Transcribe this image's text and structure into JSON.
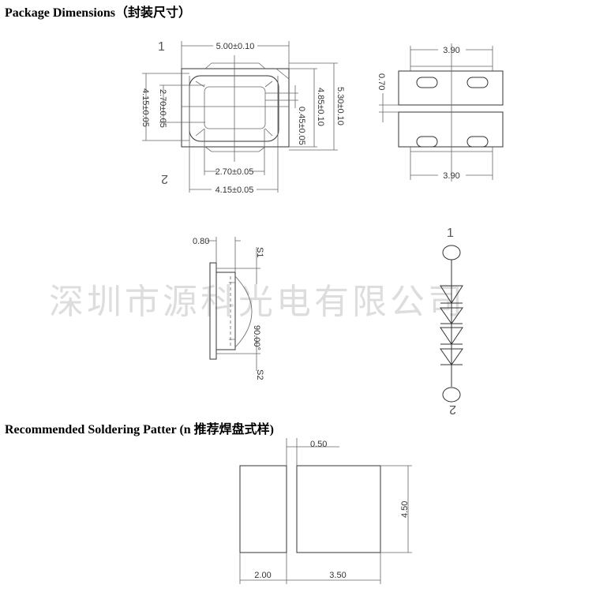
{
  "headings": {
    "package": "Package Dimensions（封装尺寸）",
    "soldering": "Recommended Soldering Patter (n 推荐焊盘式样)"
  },
  "watermark": "深圳市源科光电有限公司",
  "top_view": {
    "pin1": "1",
    "pin2": "2",
    "width": "5.00±0.10",
    "left_outer": "4.15±0.05",
    "left_inner": "2.70±0.05",
    "right_small": "0.45±0.05",
    "right_mid": "4.85±0.10",
    "right_outer": "5.30±0.10",
    "bottom_inner": "2.70±0.05",
    "bottom_outer": "4.15±0.05"
  },
  "bottom_view": {
    "top_width": "3.90",
    "bottom_width": "3.90",
    "gap": "0.70"
  },
  "side_view": {
    "thickness": "0.80",
    "s1": "S1",
    "s2": "S2",
    "angle": "90.00°"
  },
  "schematic": {
    "pin1": "1",
    "pin2": "2"
  },
  "soldering": {
    "gap": "0.50",
    "height": "4.50",
    "pad1_width": "2.00",
    "pad2_width": "3.50"
  }
}
